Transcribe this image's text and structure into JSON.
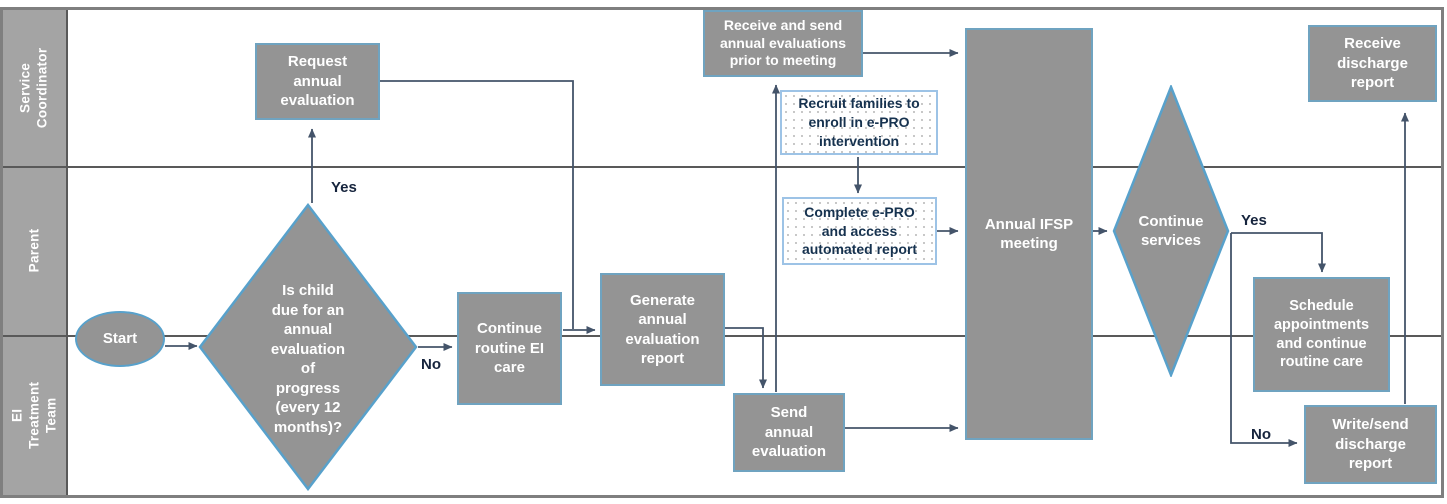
{
  "lanes": [
    {
      "label": "Service\nCoordinator"
    },
    {
      "label": "Parent"
    },
    {
      "label": "EI Treatment\nTeam"
    }
  ],
  "nodes": {
    "start": {
      "label": "Start",
      "type": "terminator"
    },
    "is_child_due": {
      "label": "Is child\ndue for an\nannual\nevaluation\nof\nprogress\n(every 12\nmonths)?",
      "type": "decision"
    },
    "request_annual_evaluation": {
      "label": "Request\nannual\nevaluation",
      "type": "process"
    },
    "continue_routine_ei_care": {
      "label": "Continue\nroutine EI\ncare",
      "type": "process"
    },
    "generate_annual_evaluation_report": {
      "label": "Generate\nannual\nevaluation\nreport",
      "type": "process"
    },
    "send_annual_evaluation": {
      "label": "Send\nannual\nevaluation",
      "type": "process"
    },
    "receive_send_annual_evaluations": {
      "label": "Receive and send\nannual evaluations\nprior to meeting",
      "type": "process"
    },
    "recruit_families_epro": {
      "label": "Recruit families to\nenroll in e-PRO\nintervention",
      "type": "intervention"
    },
    "complete_epro": {
      "label": "Complete e-PRO\nand access\nautomated report",
      "type": "intervention"
    },
    "annual_ifsp_meeting": {
      "label": "Annual IFSP\nmeeting",
      "type": "process"
    },
    "continue_services": {
      "label": "Continue\nservices",
      "type": "decision"
    },
    "receive_discharge_report": {
      "label": "Receive\ndischarge\nreport",
      "type": "process"
    },
    "schedule_appointments": {
      "label": "Schedule\nappointments\nand continue\nroutine care",
      "type": "process"
    },
    "write_send_discharge_report": {
      "label": "Write/send\ndischarge\nreport",
      "type": "process"
    }
  },
  "edge_labels": {
    "decision1_yes": "Yes",
    "decision1_no": "No",
    "decision2_yes": "Yes",
    "decision2_no": "No"
  },
  "colors": {
    "shape_fill": "#949494",
    "shape_border": "#6fa3c0",
    "rounded_shape_border": "#58a1cb",
    "dotted_box_border": "#9dc3e6",
    "dotted_box_text": "#16324f",
    "node_text": "#ffffff",
    "connector": "#44546a",
    "lane_line": "#595959",
    "lane_fill": "#a4a4a4",
    "frame_border": "#7f7f7f",
    "edge_label_text": "#16243d"
  }
}
